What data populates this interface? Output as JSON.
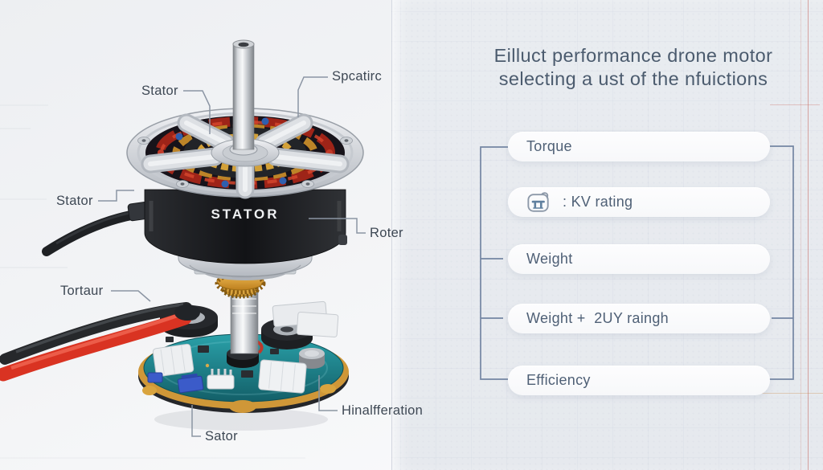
{
  "title": {
    "line1": "Eilluct performance drone motor",
    "line2": "selecting a ust of the nfuictions"
  },
  "criteria": {
    "items": [
      {
        "label": "Torque"
      },
      {
        "label": ": KV rating",
        "icon": "motor-badge-icon"
      },
      {
        "label": "Weight"
      },
      {
        "label": "Weight +  2UY raingh"
      },
      {
        "label": "Efficiency"
      }
    ]
  },
  "diagram": {
    "motor_body_text": "STATOR",
    "labels": {
      "stator_top": "Stator",
      "spcatirc": "Spcatirc",
      "stator_left": "Stator",
      "roter": "Roter",
      "tortaur": "Tortaur",
      "hinalfferation": "Hinalfferation",
      "sator": "Sator"
    }
  },
  "colors": {
    "panel_bg": "#e9ecf0",
    "pill_bg": "#fdfdfe",
    "text_slate": "#4b5b6e",
    "accent_red_line": "#c44b3e",
    "motor_red_winding": "#9e2418",
    "motor_copper": "#bd8428",
    "pcb_teal": "#1f8a96",
    "wire_red": "#d93322",
    "wire_black": "#26282c"
  }
}
